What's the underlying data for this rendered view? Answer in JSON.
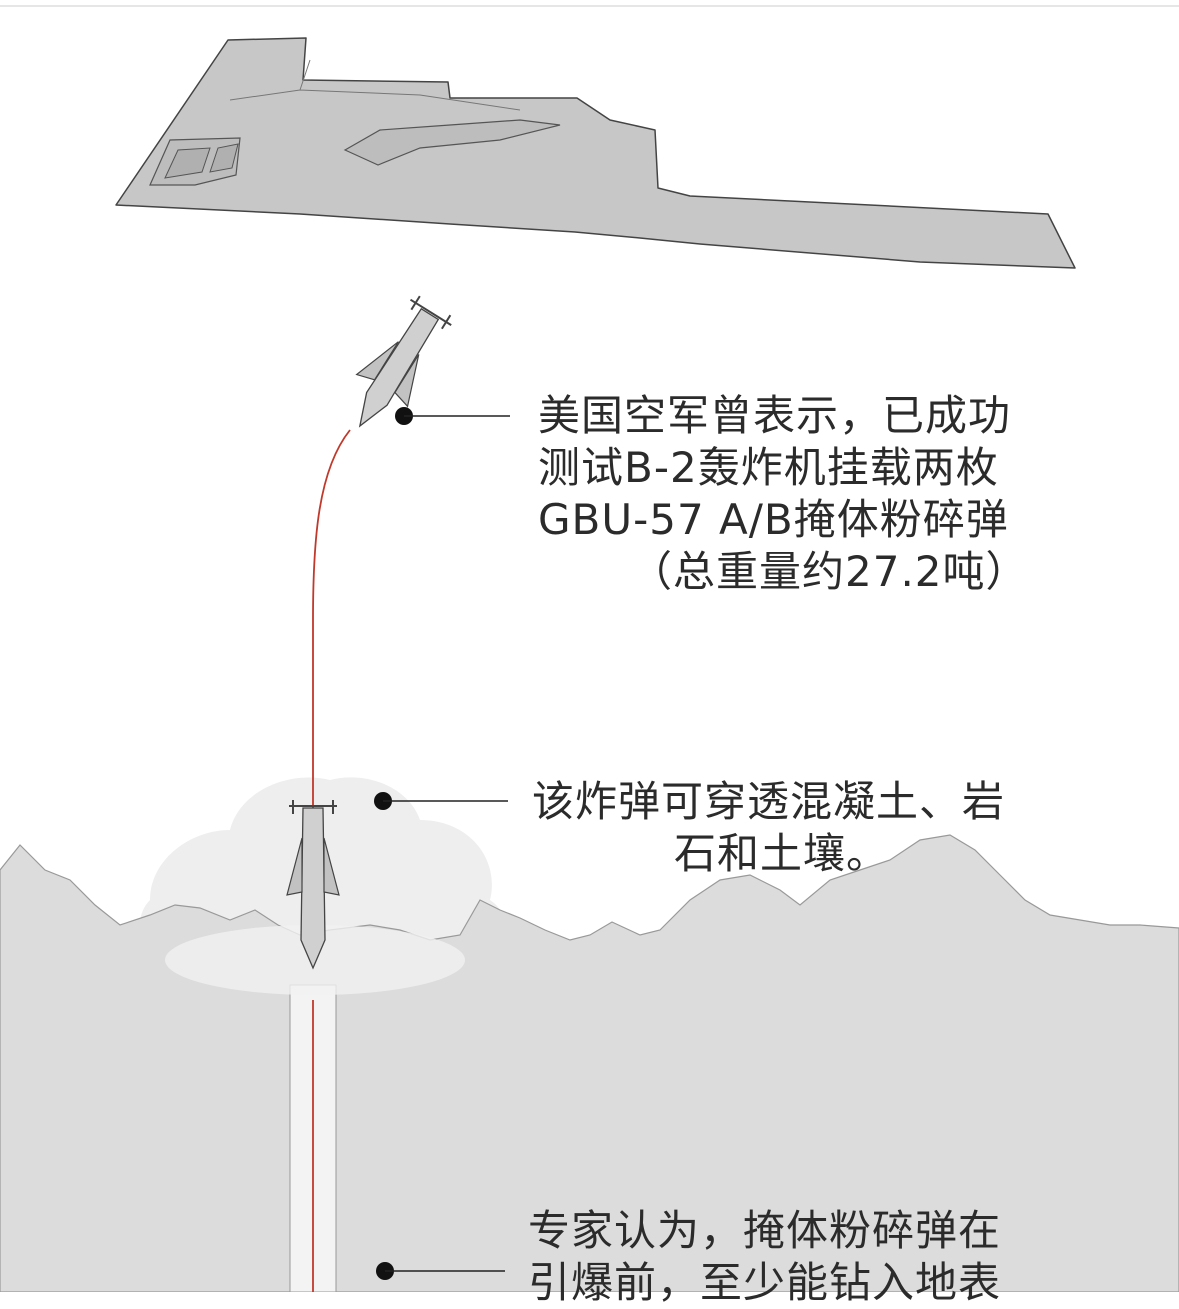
{
  "colors": {
    "aircraft_fill": "#c4c4c4",
    "terrain_fill": "#dbdbdb",
    "dust_cloud": "#ececec",
    "trajectory": "#c0392b",
    "leader_line": "#222222",
    "text": "#2b2b2b"
  },
  "annotations": [
    {
      "id": "release",
      "lines": [
        "美国空军曾表示，已成功",
        "测试B-2轰炸机挂载两枚",
        "GBU-57 A/B掩体粉碎弹",
        "（总重量约27.2吨）"
      ]
    },
    {
      "id": "penetration",
      "lines": [
        "该炸弹可穿透混凝土、岩",
        "石和土壤。"
      ]
    },
    {
      "id": "depth",
      "lines": [
        "专家认为，掩体粉碎弹在",
        "引爆前，至少能钻入地表"
      ]
    }
  ]
}
